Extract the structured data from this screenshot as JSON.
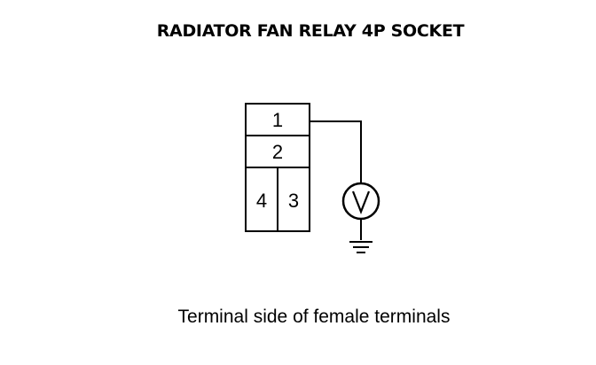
{
  "title": "RADIATOR FAN RELAY 4P SOCKET",
  "connector": {
    "terminals": [
      {
        "id": "pin-1",
        "label": "1"
      },
      {
        "id": "pin-2",
        "label": "2"
      },
      {
        "id": "pin-4",
        "label": "4"
      },
      {
        "id": "pin-3",
        "label": "3"
      }
    ]
  },
  "meter": {
    "symbol": "V",
    "icon": "voltmeter-icon"
  },
  "ground": {
    "icon": "ground-icon"
  },
  "caption": "Terminal side of female terminals",
  "colors": {
    "ink": "#000000",
    "background": "#ffffff"
  }
}
